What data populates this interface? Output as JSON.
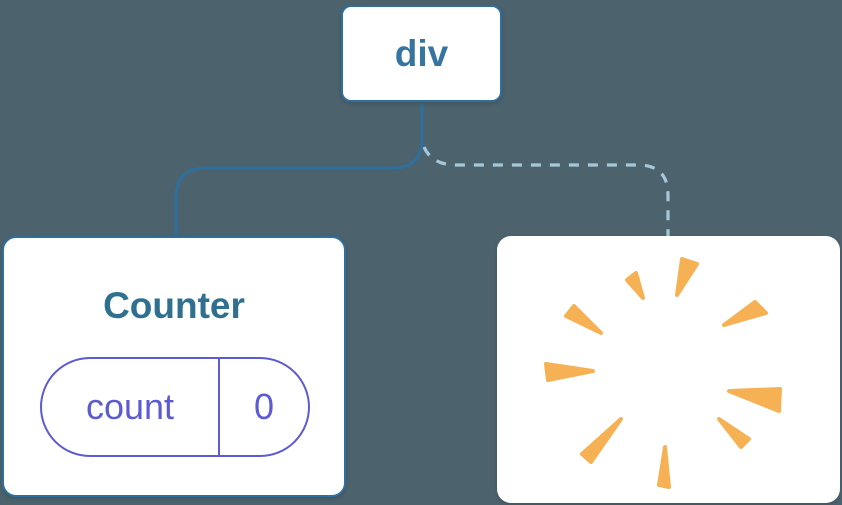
{
  "tree": {
    "root_label": "div",
    "counter": {
      "title": "Counter",
      "state_key": "count",
      "state_value": "0"
    },
    "removed_node": {
      "icon": "poof-burst-icon"
    }
  },
  "edges": {
    "root_to_counter": "solid",
    "root_to_removed": "dashed"
  },
  "colors": {
    "background": "#4c636d",
    "node_bg": "#ffffff",
    "node_border": "#2e6f9e",
    "root_text": "#35759f",
    "counter_title": "#2f7090",
    "state_accent": "#5c5bd2",
    "solid_edge": "#2e6f9e",
    "dashed_edge": "#a6c7d9",
    "burst": "#f7b155"
  }
}
